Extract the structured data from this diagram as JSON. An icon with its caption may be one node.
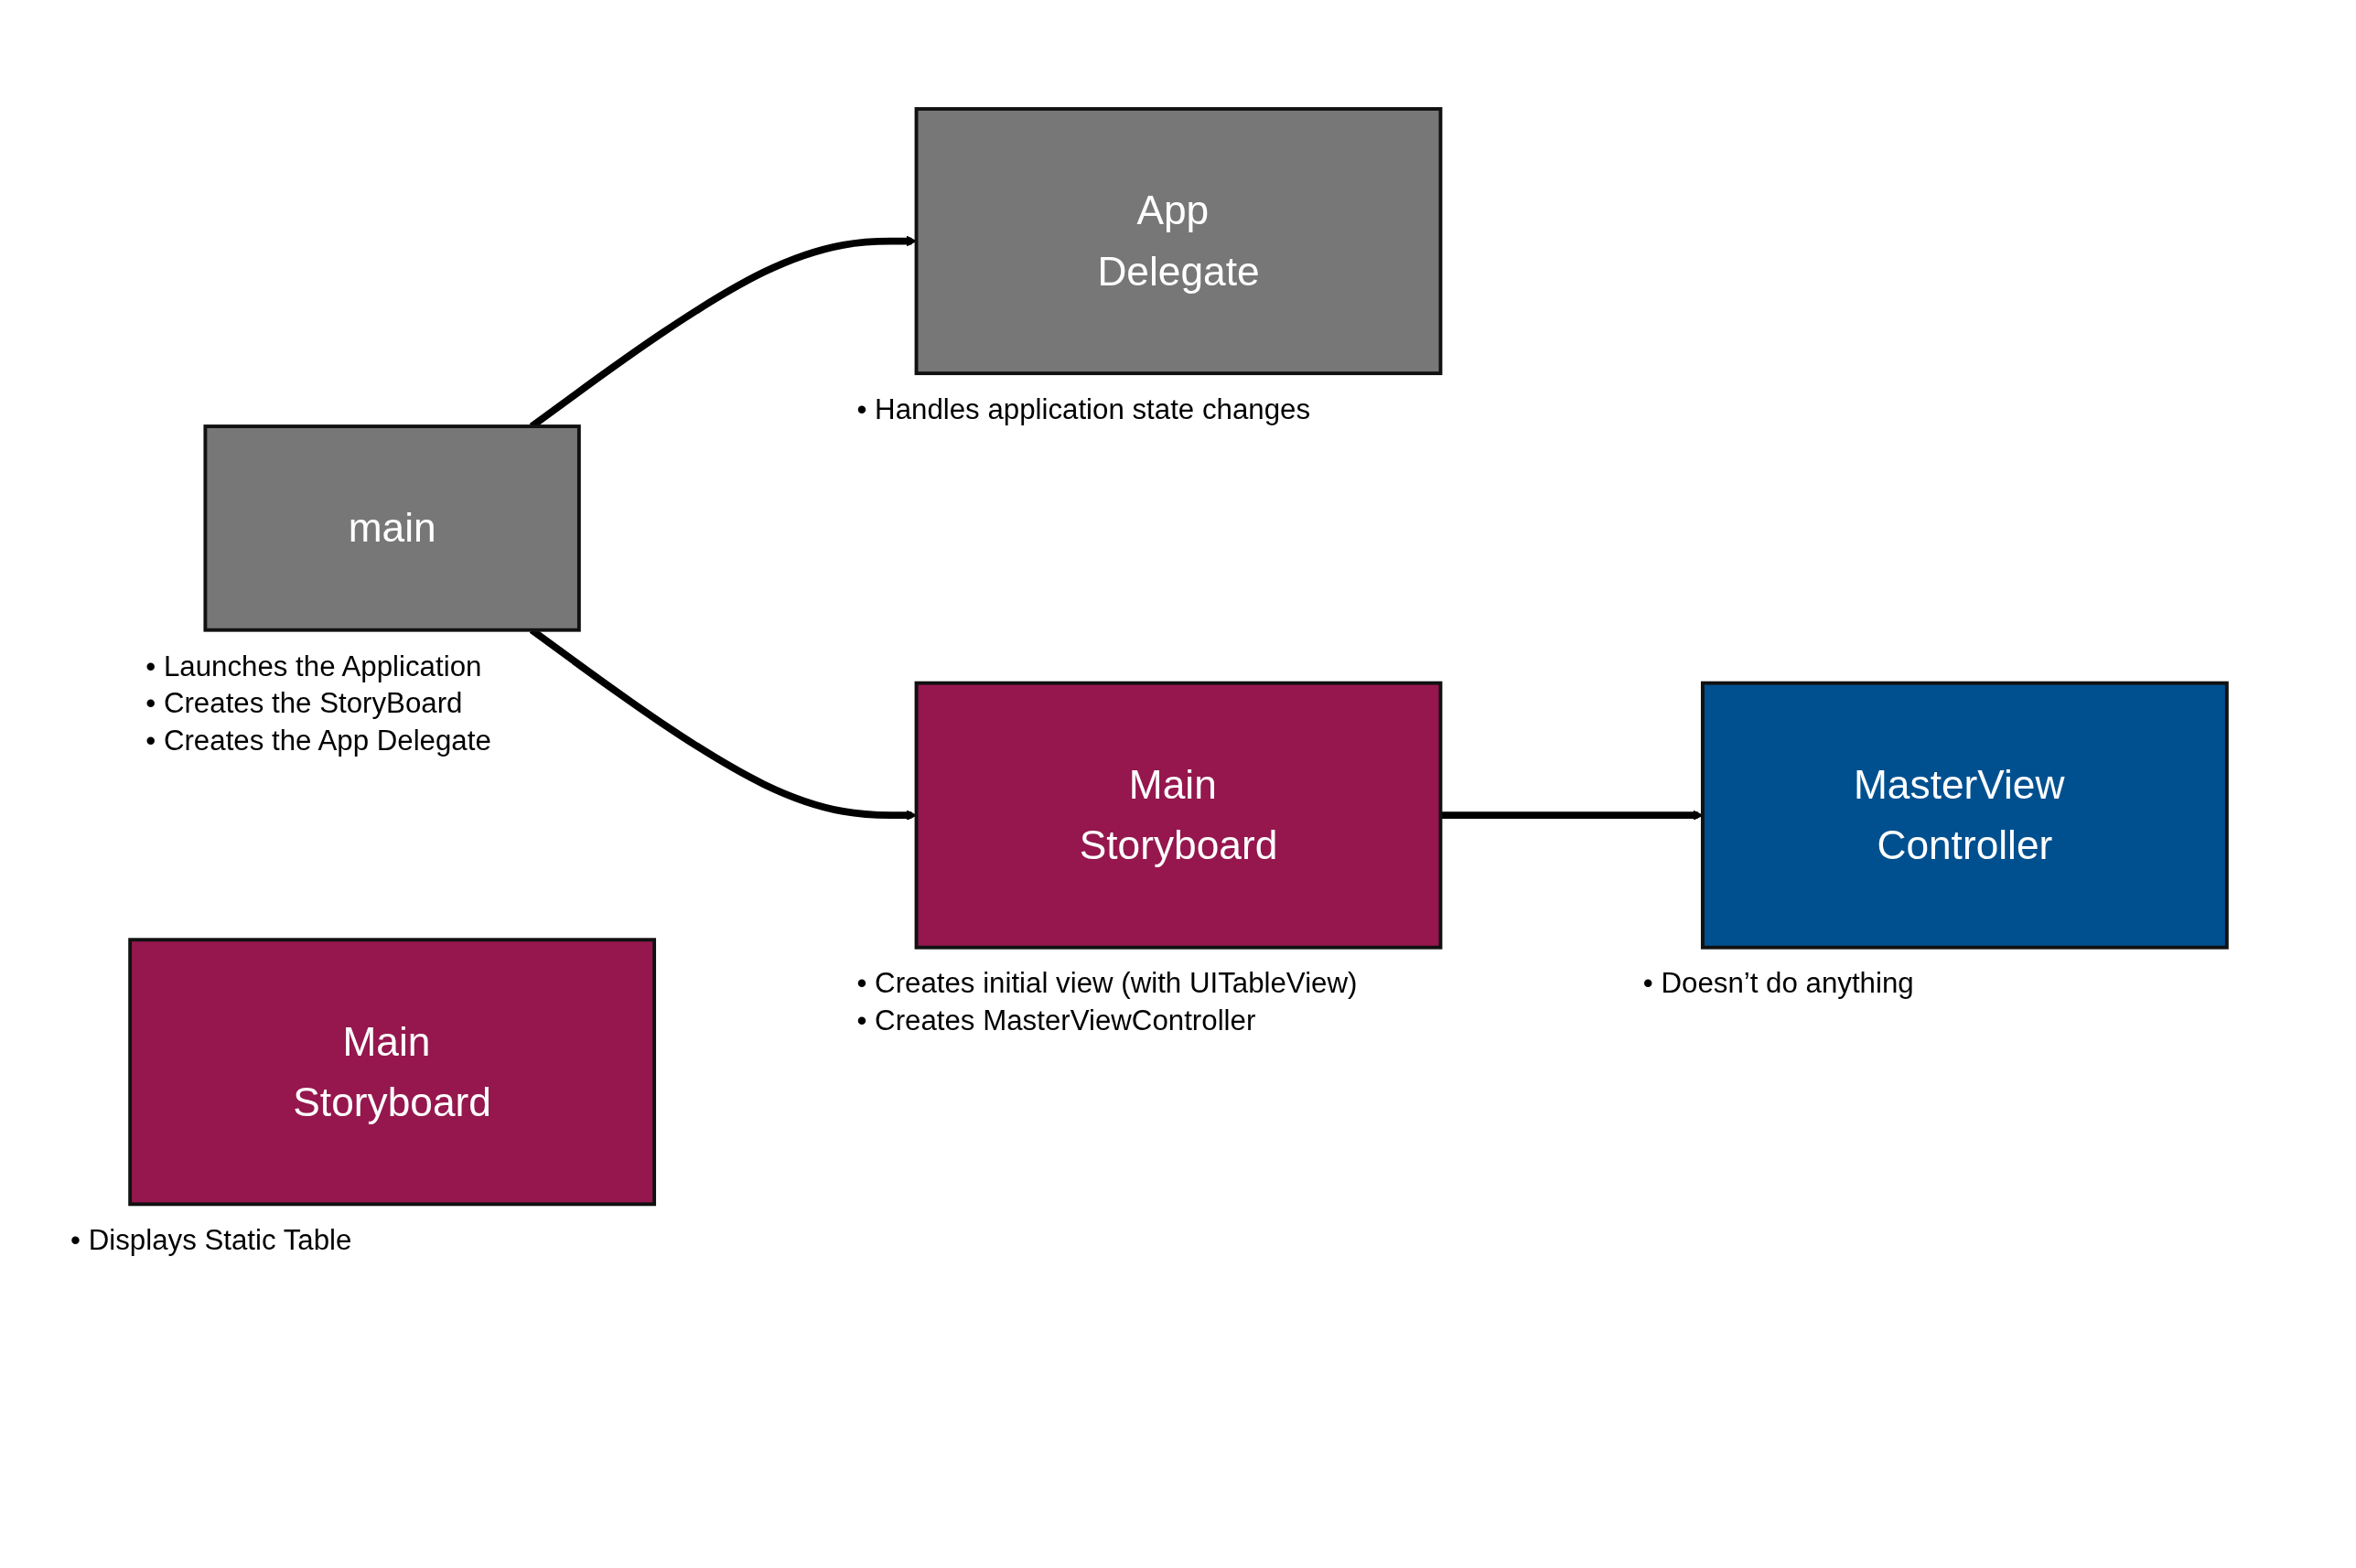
{
  "diagram": {
    "nodes": [
      {
        "text": [
          "main"
        ],
        "beside": [
          "• Launches the Application",
          "• Creates the StoryBoard",
          "• Creates the App Delegate"
        ]
      },
      {
        "text": [
          "App Delegate"
        ],
        "beside": [
          "• Handles application state changes"
        ]
      },
      {
        "text": [
          "Main Storyboard"
        ],
        "beside": [
          "• Creates initial view (with UITableView)",
          "• Creates MasterViewController"
        ]
      },
      {
        "text": [
          "Main Storyboard"
        ],
        "beside": [
          "• Displays Static Table"
        ]
      },
      {
        "text": [
          "MasterView Controller"
        ],
        "beside": [
          "• Doesn’t do anything"
        ]
      }
    ],
    "edges": [
      {
        "from": 0,
        "to": 1,
        "arrow": "to"
      },
      {
        "from": 0,
        "to": 2,
        "arrow": "to"
      },
      {
        "from": 2,
        "to": 4,
        "arrow": "to"
      }
    ]
  }
}
